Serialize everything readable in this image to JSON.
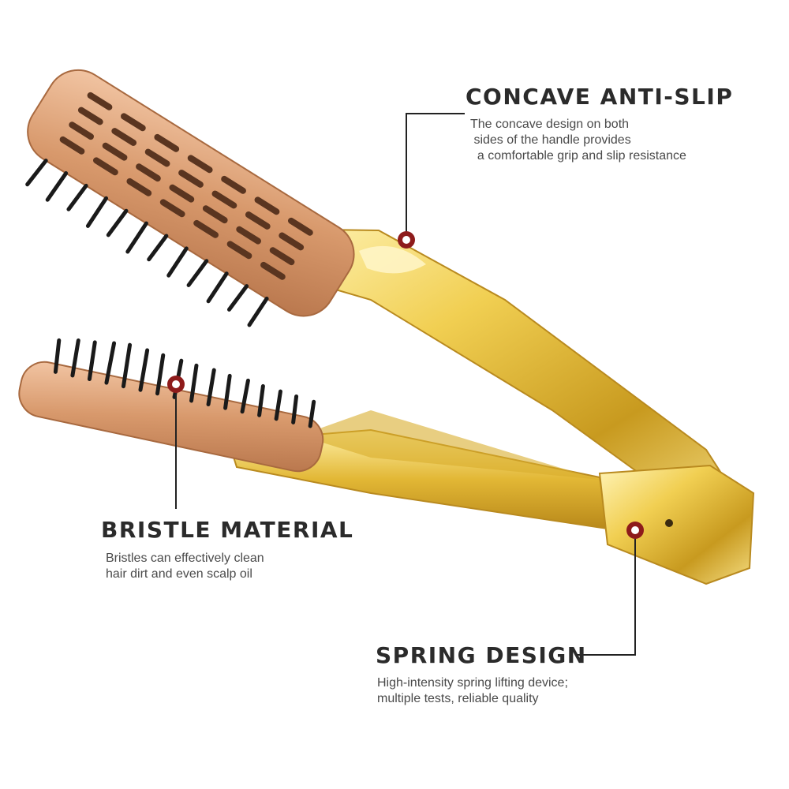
{
  "colors": {
    "marker": "#8e1b1b",
    "leader_line": "#222222",
    "gold": "#e3b93e",
    "rose_gold": "#d69a6e",
    "bristle": "#1a1a1a",
    "title_text": "#2b2b2b",
    "body_text": "#4a4a4a"
  },
  "callouts": {
    "concave": {
      "title": "CONCAVE ANTI-SLIP",
      "lines": [
        "The concave design on both",
        " sides of the handle provides",
        "  a comfortable grip and slip resistance"
      ]
    },
    "bristle": {
      "title": "BRISTLE MATERIAL",
      "lines": [
        "Bristles can effectively clean",
        "hair dirt and even scalp oil"
      ]
    },
    "spring": {
      "title": "SPRING DESIGN",
      "lines": [
        "High-intensity spring lifting device;",
        "multiple tests, reliable quality"
      ]
    }
  }
}
